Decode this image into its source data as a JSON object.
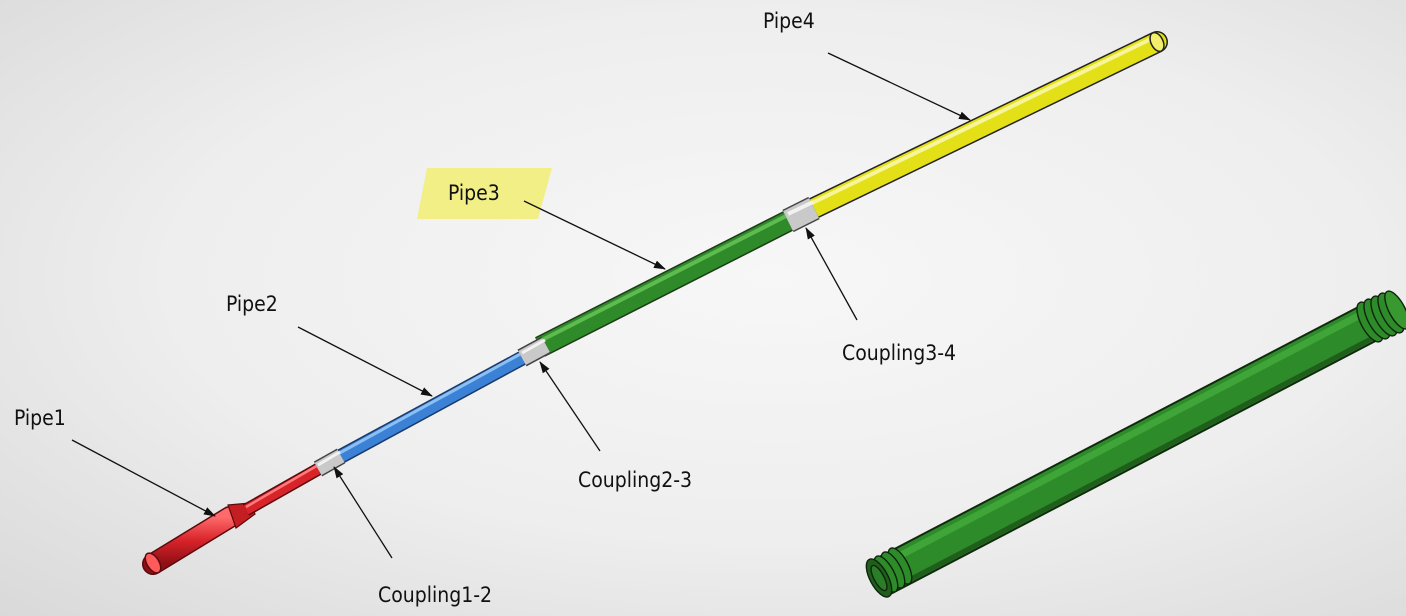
{
  "labels": {
    "pipe1": "Pipe1",
    "pipe2": "Pipe2",
    "pipe3": "Pipe3",
    "pipe4": "Pipe4",
    "coupling12": "Coupling1-2",
    "coupling23": "Coupling2-3",
    "coupling34": "Coupling3-4"
  },
  "colors": {
    "pipe1": "#d8232a",
    "pipe2": "#3b82d6",
    "pipe3": "#2f8a2a",
    "pipe4": "#e4e018",
    "coupling": "#c9c9c9",
    "highlight": "#f2ee7a",
    "detail_pipe": "#2e8b2a"
  },
  "highlighted_label": "pipe3"
}
